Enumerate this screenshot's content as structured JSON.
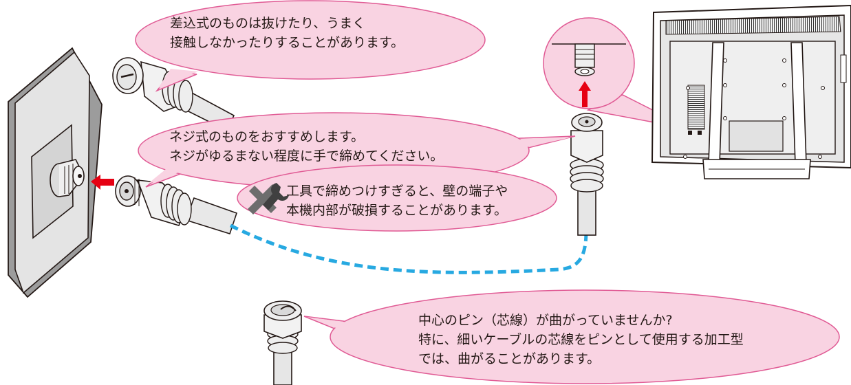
{
  "callouts": {
    "push_on": {
      "lines": [
        "差込式のものは抜けたり、うまく",
        "接触しなかったりすることがあります。"
      ]
    },
    "screw_on": {
      "lines": [
        "ネジ式のものをおすすめします。",
        "ネジがゆるまない程度に手で締めてください。"
      ]
    },
    "tool_warning": {
      "icon": "no-tool-icon",
      "lines": [
        "工具で締めつけすぎると、壁の端子や",
        "本機内部が破損することがあります。"
      ]
    },
    "center_pin": {
      "lines": [
        "中心のピン（芯線）が曲がっていませんか?",
        "特に、細いケーブルの芯線をピンとして使用する加工型",
        "では、曲がることがあります。"
      ]
    }
  },
  "colors": {
    "bubble_fill": "#f9d3e2",
    "bubble_stroke": "#e05a94",
    "arrow": "#e60012",
    "cable_dash": "#27a9e1",
    "wall_plate": "#e2e2e2",
    "line": "#231815"
  }
}
